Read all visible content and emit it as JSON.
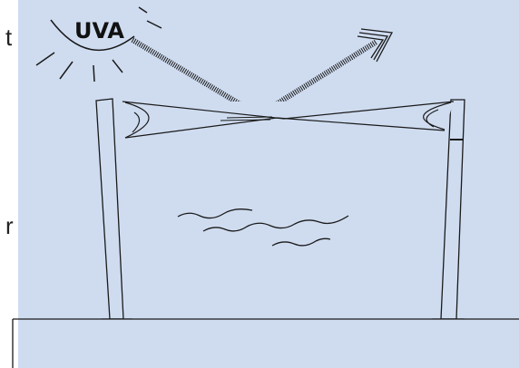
{
  "sun": {
    "label": "UVA"
  },
  "edge_marks": {
    "top_fragment": "t",
    "middle_fragment": "r"
  },
  "colors": {
    "background_panel": "#cfdcf0",
    "page_background": "#ffffff",
    "line": "#1a1a1a",
    "ground_fill": "#cfdcf0"
  },
  "icons": {
    "sun": "sun-icon",
    "incoming_ray": "incoming-uv-ray",
    "reflected_ray": "reflected-uv-ray",
    "reflected_arrow": "triple-chevron-arrow",
    "shade_sail": "shade-sail",
    "water": "water-waves",
    "posts": "support-post",
    "ground": "ground-block"
  }
}
